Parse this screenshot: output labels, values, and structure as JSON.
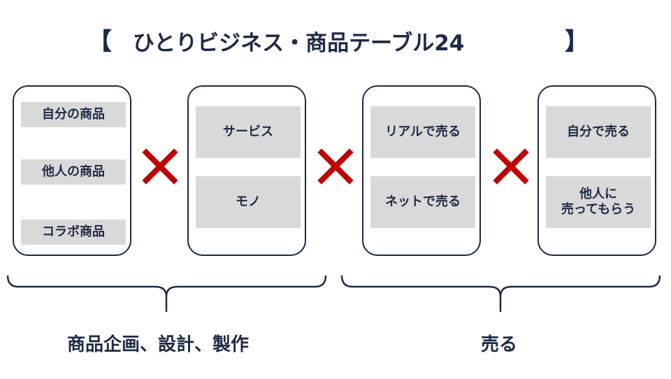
{
  "title": {
    "left_bracket": "【",
    "text": "ひとりビジネス・商品テーブル24",
    "right_bracket": "】"
  },
  "cards": [
    {
      "items": [
        "自分の商品",
        "他人の商品",
        "コラボ商品"
      ]
    },
    {
      "items": [
        "サービス",
        "モノ"
      ]
    },
    {
      "items": [
        "リアルで売る",
        "ネットで売る"
      ]
    },
    {
      "items": [
        "自分で売る",
        "他人に\n売ってもらう"
      ]
    }
  ],
  "groups": {
    "left_label": "商品企画、設計、製作",
    "right_label": "売る"
  },
  "colors": {
    "navy": "#1f2a44",
    "cross_red": "#c00000",
    "item_gray": "#d9d9d9"
  }
}
